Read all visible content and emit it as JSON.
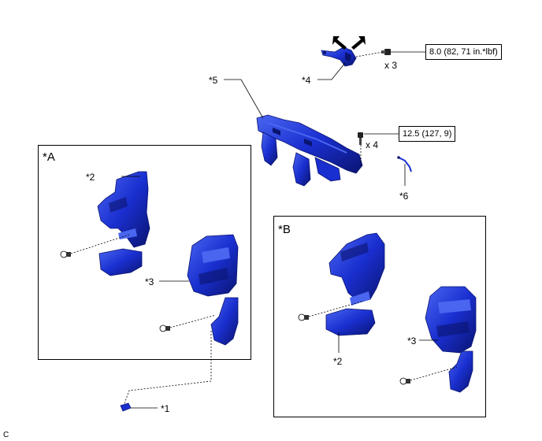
{
  "labels": {
    "p1": "*1",
    "p2_a": "*2",
    "p2_b": "*2",
    "p3_a": "*3",
    "p3_b": "*3",
    "p4": "*4",
    "p5": "*5",
    "p6": "*6"
  },
  "frames": {
    "a": "*A",
    "b": "*B"
  },
  "torque": {
    "t1": "8.0 (82, 71 in.*lbf)",
    "t2": "12.5 (127, 9)"
  },
  "quantity": {
    "q1": "x 3",
    "q2": "x 4"
  },
  "footer_code": "C",
  "colors": {
    "part_fill": "#1a2fd0",
    "part_dark": "#0a1470",
    "part_light": "#4a66f0",
    "line": "#000000"
  }
}
